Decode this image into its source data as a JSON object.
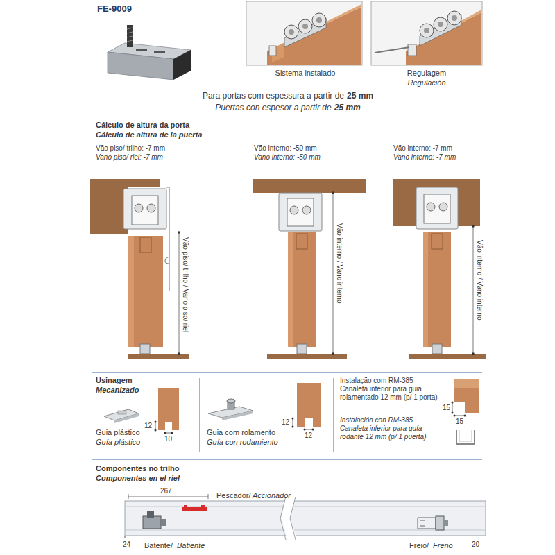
{
  "diagram": {
    "title": "FE-9009",
    "labels": [
      "Sistema instalado",
      "Regulagem",
      "Regulación",
      "Para portas com espessura a partir de",
      "25 mm",
      "Puertas con espesor a partir de",
      "25 mm",
      "Cálculo de altura da porta",
      "Cálculo de altura de la puerta",
      "Vão piso/ trilho: -7 mm",
      "Vano piso/ riel: -7 mm",
      "Vão interno: -50 mm",
      "Vano interno: -50 mm",
      "Vão interno: -7 mm",
      "Vano interno: -7 mm",
      "Vão piso/ trilho / Vano piso/ riel",
      "Vão interno / Vano interno",
      "Vão interno / Vano interno",
      "Usinagem",
      "Mecanizado",
      "12",
      "10",
      "Guia plástico",
      "Guía plástico",
      "12",
      "12",
      "Guia com rolamento",
      "Guía con rodamiento",
      "Instalação com RM-385 Canaleta inferior para guia rolamentado 12 mm (p/ 1 porta)",
      "15",
      "15",
      "Instalación con RM-385 Canaleta inferior para guía rodante 12 mm (p/ 1 puerta)",
      "Componentes no trilho",
      "Componentes en el riel",
      "267",
      "Pescador/",
      "Accionador",
      "24",
      "Batente/",
      "Batiente",
      "Freio/",
      "Freno",
      "20"
    ]
  }
}
